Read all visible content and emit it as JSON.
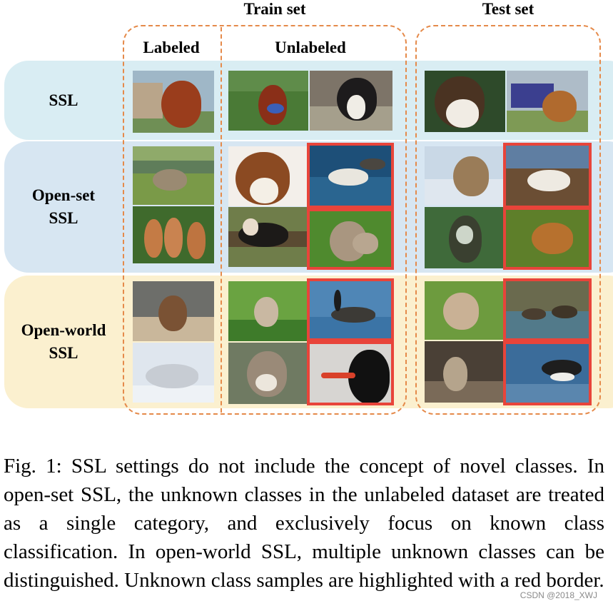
{
  "headers": {
    "train_set": "Train set",
    "test_set": "Test set",
    "labeled": "Labeled",
    "unlabeled": "Unlabeled"
  },
  "rows": [
    {
      "label_line1": "SSL",
      "label_line2": "",
      "band_color": "#d9edf3"
    },
    {
      "label_line1": "Open-set",
      "label_line2": "SSL",
      "band_color": "#d7e6f2"
    },
    {
      "label_line1": "Open-world",
      "label_line2": "SSL",
      "band_color": "#fbf0cf"
    }
  ],
  "colors": {
    "dashed_border": "#e58a4a",
    "unknown_border": "#e8443a"
  },
  "photos": [
    {
      "subject": "dog",
      "set": "train-labeled",
      "unknown": false
    },
    {
      "subject": "dog",
      "set": "train-unlabeled",
      "unknown": false
    },
    {
      "subject": "dog",
      "set": "train-unlabeled",
      "unknown": false
    },
    {
      "subject": "dog",
      "set": "test",
      "unknown": false
    },
    {
      "subject": "dog",
      "set": "test",
      "unknown": false
    },
    {
      "subject": "coyote",
      "set": "train-labeled",
      "unknown": false
    },
    {
      "subject": "monkeys",
      "set": "train-labeled",
      "unknown": false
    },
    {
      "subject": "dog",
      "set": "train-unlabeled",
      "unknown": false
    },
    {
      "subject": "albatross",
      "set": "train-unlabeled",
      "unknown": true
    },
    {
      "subject": "monkey",
      "set": "train-unlabeled",
      "unknown": false
    },
    {
      "subject": "butterfly",
      "set": "train-unlabeled",
      "unknown": true
    },
    {
      "subject": "coyote",
      "set": "test",
      "unknown": false
    },
    {
      "subject": "albatross",
      "set": "test",
      "unknown": true
    },
    {
      "subject": "monkey",
      "set": "test",
      "unknown": false
    },
    {
      "subject": "butterfly",
      "set": "test",
      "unknown": true
    },
    {
      "subject": "rabbit",
      "set": "train-labeled",
      "unknown": false
    },
    {
      "subject": "arctic-fox",
      "set": "train-labeled",
      "unknown": false
    },
    {
      "subject": "rabbit",
      "set": "train-unlabeled",
      "unknown": false
    },
    {
      "subject": "goose",
      "set": "train-unlabeled",
      "unknown": true
    },
    {
      "subject": "fox",
      "set": "train-unlabeled",
      "unknown": false
    },
    {
      "subject": "oystercatcher",
      "set": "train-unlabeled",
      "unknown": true
    },
    {
      "subject": "rabbit",
      "set": "test",
      "unknown": false
    },
    {
      "subject": "geese",
      "set": "test",
      "unknown": true
    },
    {
      "subject": "squirrel",
      "set": "test",
      "unknown": false
    },
    {
      "subject": "oystercatcher",
      "set": "test",
      "unknown": true
    }
  ],
  "caption": "Fig. 1: SSL settings do not include the concept of novel classes. In open-set SSL, the unknown classes in the unlabeled dataset are treated as a single category, and exclusively focus on known class classification. In open-world SSL, multiple unknown classes can be distinguished. Unknown class samples are highlighted with a red border.",
  "watermark": "CSDN @2018_XWJ"
}
